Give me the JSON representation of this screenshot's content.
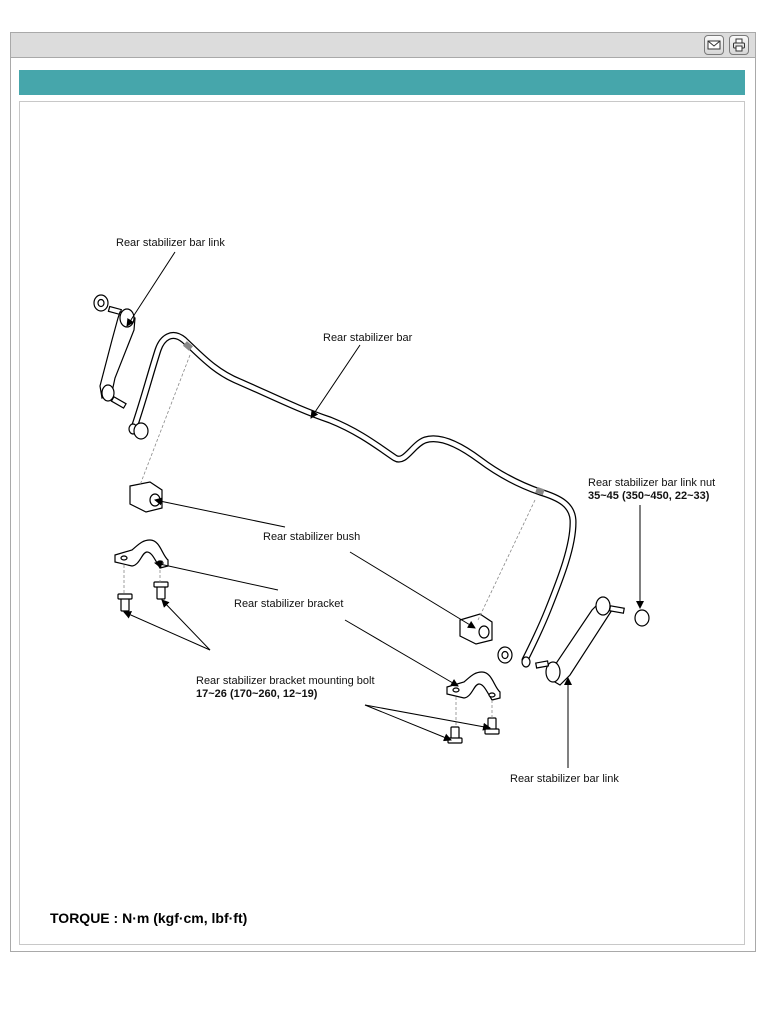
{
  "toolbar": {
    "email_icon": "envelope-icon",
    "print_icon": "printer-icon"
  },
  "diagram": {
    "labels": {
      "link_top": "Rear stabilizer bar link",
      "bar": "Rear stabilizer bar",
      "link_nut": "Rear stabilizer bar link nut",
      "link_nut_torque": "35~45 (350~450, 22~33)",
      "bush": "Rear stabilizer bush",
      "bracket": "Rear stabilizer bracket",
      "bolt": "Rear stabilizer bracket mounting bolt",
      "bolt_torque": "17~26 (170~260, 12~19)",
      "link_bottom": "Rear stabilizer bar link"
    },
    "torque_unit": "TORQUE : N·m (kgf·cm, lbf·ft)"
  },
  "colors": {
    "title_bar": "#46a6ab",
    "toolbar_bg": "#dcdcdc"
  }
}
